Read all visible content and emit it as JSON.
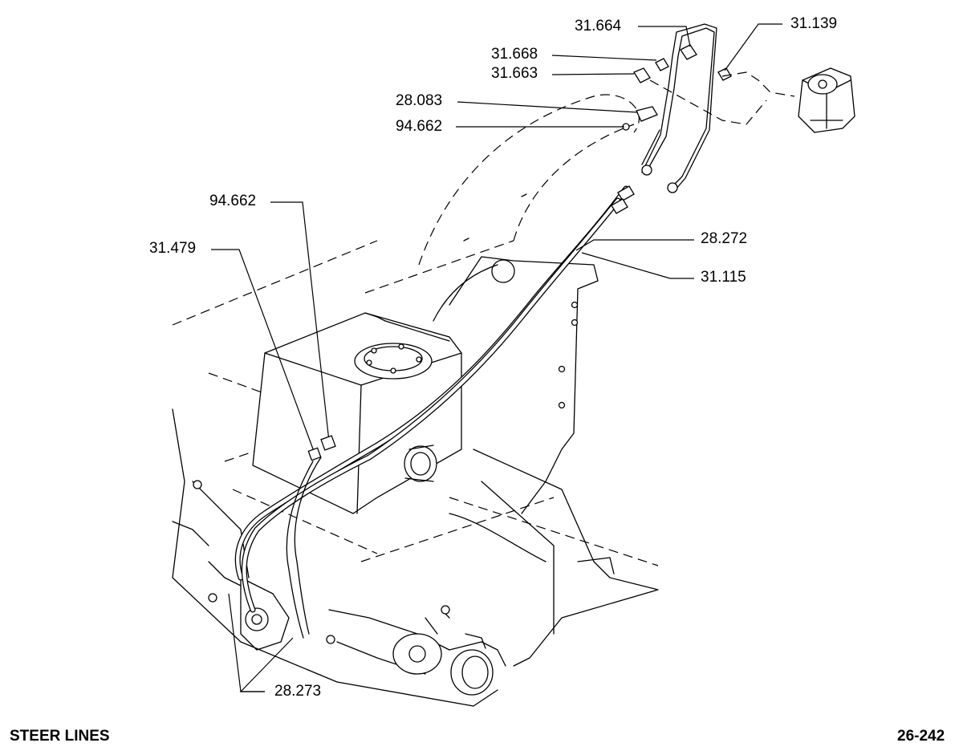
{
  "diagram": {
    "title": "STEER LINES",
    "page_number": "26-242",
    "callouts": [
      {
        "id": "c-31664",
        "text": "31.664"
      },
      {
        "id": "c-31139",
        "text": "31.139"
      },
      {
        "id": "c-31668",
        "text": "31.668"
      },
      {
        "id": "c-31663",
        "text": "31.663"
      },
      {
        "id": "c-28083",
        "text": "28.083"
      },
      {
        "id": "c-94662a",
        "text": "94.662"
      },
      {
        "id": "c-94662b",
        "text": "94.662"
      },
      {
        "id": "c-31479",
        "text": "31.479"
      },
      {
        "id": "c-28272",
        "text": "28.272"
      },
      {
        "id": "c-31115",
        "text": "31.115"
      },
      {
        "id": "c-28273",
        "text": "28.273"
      }
    ]
  }
}
